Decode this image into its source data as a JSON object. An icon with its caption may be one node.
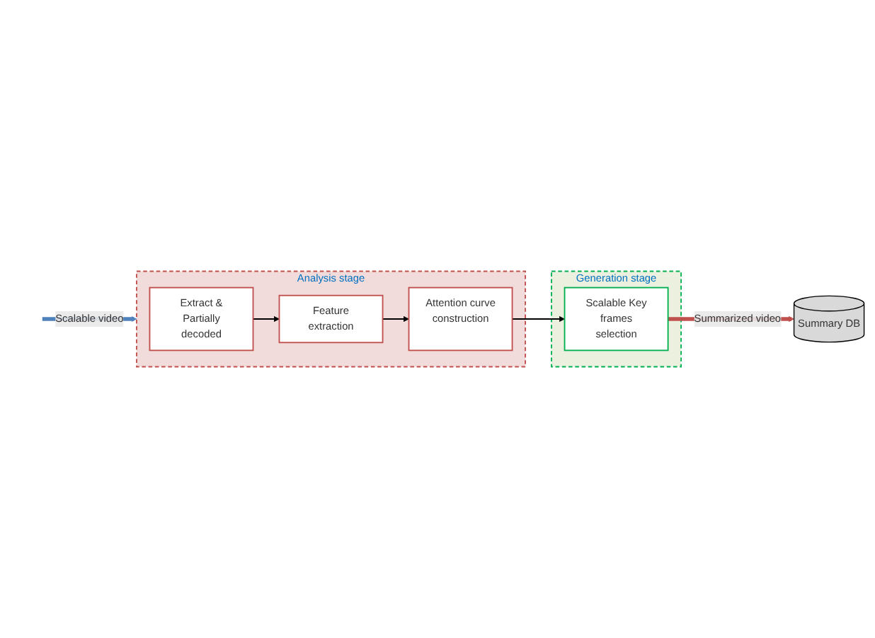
{
  "diagram": {
    "nodes": [
      {
        "text": [
          "Analysis stage"
        ]
      },
      {
        "text": [
          "Extract & Partially decoded"
        ],
        "in": 0
      },
      {
        "text": [
          "Feature extraction"
        ],
        "in": 0
      },
      {
        "text": [
          "Attention curve construction"
        ],
        "in": 0
      },
      {
        "text": [
          "Generation stage"
        ]
      },
      {
        "text": [
          "Scalable Key frames selection"
        ],
        "in": 4
      },
      {
        "text": [
          "Summary DB"
        ]
      }
    ],
    "edges": [
      {
        "from": null,
        "to": 0,
        "arrow": "to",
        "label": "Scalable video",
        "style": "thick",
        "color": "#4f81bd"
      },
      {
        "from": 1,
        "to": 2,
        "arrow": "to"
      },
      {
        "from": 2,
        "to": 3,
        "arrow": "to"
      },
      {
        "from": 3,
        "to": 5,
        "arrow": "to"
      },
      {
        "from": 5,
        "to": 6,
        "arrow": "to",
        "label": "Summarized video",
        "style": "thick",
        "color": "#c0504d"
      }
    ]
  }
}
